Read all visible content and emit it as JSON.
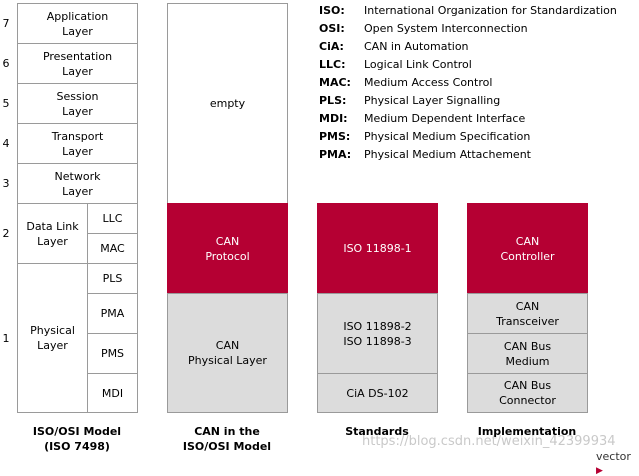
{
  "layer_numbers": [
    "7",
    "6",
    "5",
    "4",
    "3",
    "2",
    "1"
  ],
  "osi": {
    "application": "Application\nLayer",
    "presentation": "Presentation\nLayer",
    "session": "Session\nLayer",
    "transport": "Transport\nLayer",
    "network": "Network\nLayer",
    "data_link": "Data Link\nLayer",
    "llc": "LLC",
    "mac": "MAC",
    "physical": "Physical\nLayer",
    "pls": "PLS",
    "pma": "PMA",
    "pms": "PMS",
    "mdi": "MDI"
  },
  "can_col": {
    "empty": "empty",
    "protocol": "CAN\nProtocol",
    "physical": "CAN\nPhysical Layer"
  },
  "standards_col": {
    "iso1": "ISO 11898-1",
    "iso23": "ISO 11898-2\nISO 11898-3",
    "cia": "CiA DS-102"
  },
  "impl_col": {
    "controller": "CAN\nController",
    "transceiver": "CAN\nTransceiver",
    "medium": "CAN Bus\nMedium",
    "connector": "CAN Bus\nConnector"
  },
  "footers": {
    "osi": "ISO/OSI Model\n(ISO 7498)",
    "can": "CAN in the\nISO/OSI Model",
    "standards": "Standards",
    "impl": "Implementation"
  },
  "legend": [
    {
      "abbr": "ISO:",
      "full": "International Organization for Standardization"
    },
    {
      "abbr": "OSI:",
      "full": "Open System Interconnection"
    },
    {
      "abbr": "CiA:",
      "full": "CAN in Automation"
    },
    {
      "abbr": "LLC:",
      "full": "Logical Link Control"
    },
    {
      "abbr": "MAC:",
      "full": "Medium Access Control"
    },
    {
      "abbr": "PLS:",
      "full": "Physical Layer Signalling"
    },
    {
      "abbr": "MDI:",
      "full": "Medium Dependent Interface"
    },
    {
      "abbr": "PMS:",
      "full": "Physical Medium Specification"
    },
    {
      "abbr": "PMA:",
      "full": "Physical Medium Attachement"
    }
  ],
  "watermark": "https://blog.csdn.net/weixin_42399934",
  "logo": "vector",
  "colors": {
    "accent_red": "#b50033",
    "gray": "#dcdcdc",
    "border": "#9a9a9a"
  }
}
